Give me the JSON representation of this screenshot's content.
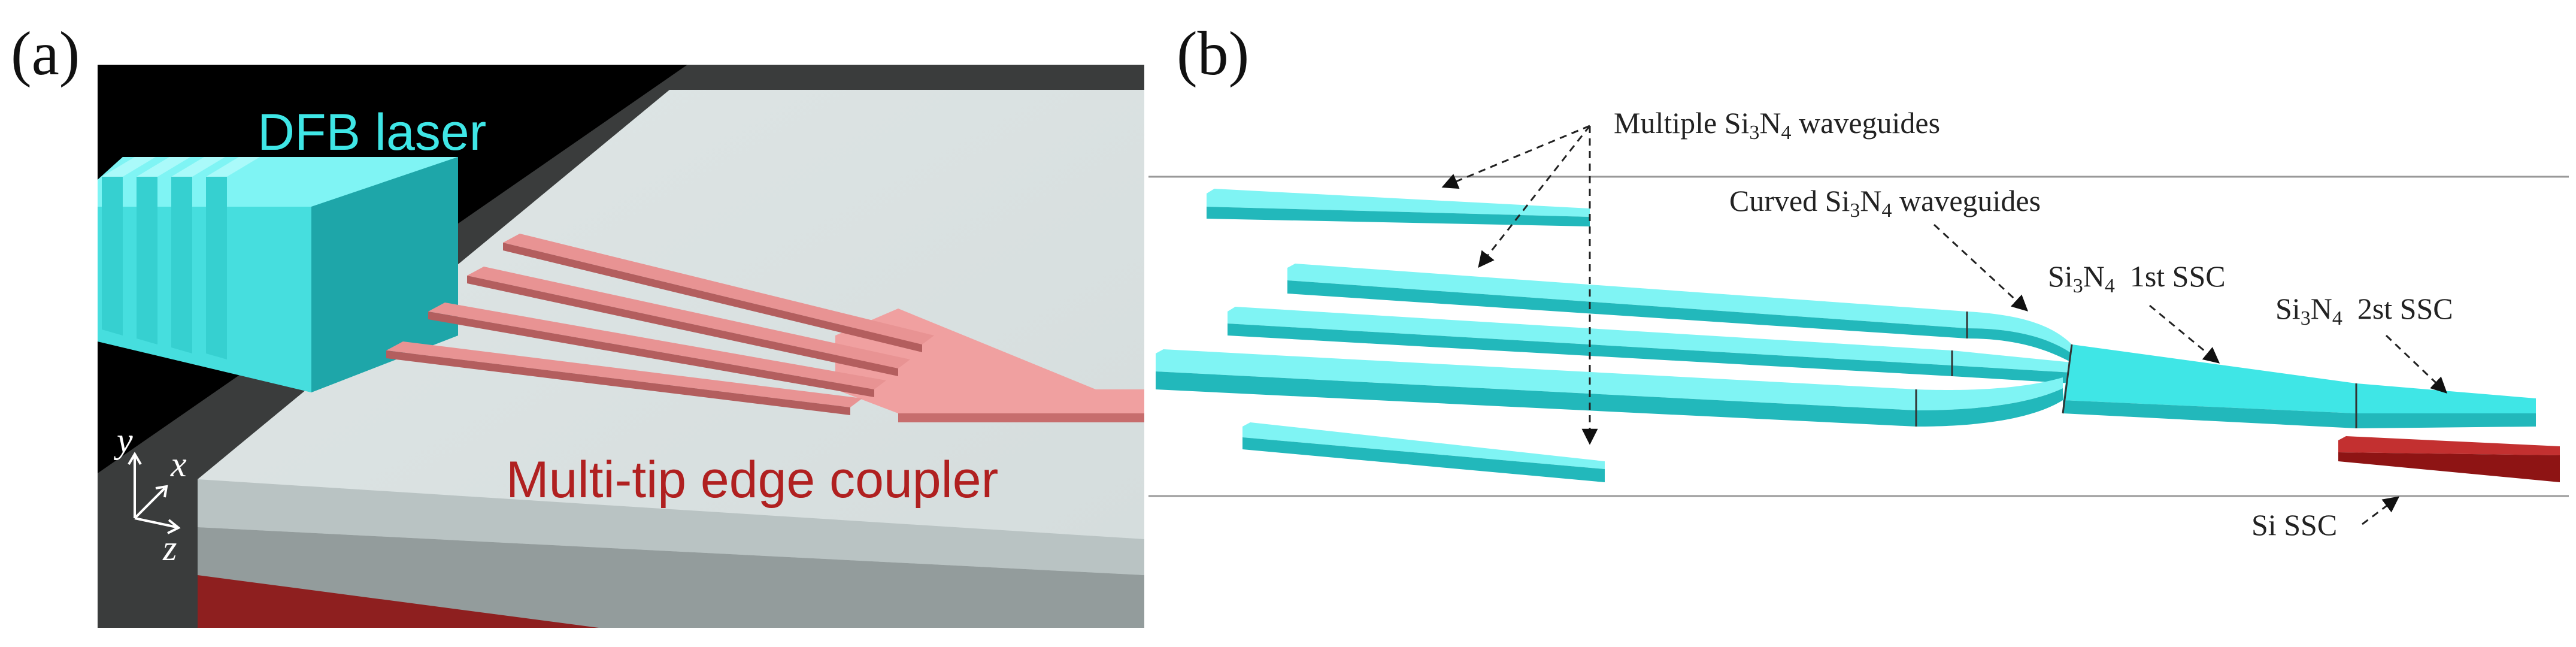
{
  "panel_a": {
    "label": "(a)",
    "dfb_label": "DFB laser",
    "coupler_label": "Multi-tip edge coupler",
    "axes": {
      "y": "y",
      "x": "x",
      "z": "z"
    }
  },
  "panel_b": {
    "label": "(b)",
    "multiple_waveguides": {
      "pre": "Multiple Si",
      "sub1": "3",
      "mid": "N",
      "sub2": "4",
      "post": " waveguides"
    },
    "curved_waveguides": {
      "pre": "Curved Si",
      "sub1": "3",
      "mid": "N",
      "sub2": "4",
      "post": " waveguides"
    },
    "ssc1": {
      "pre": "Si",
      "sub1": "3",
      "mid": "N",
      "sub2": "4",
      "post": "  1st SSC"
    },
    "ssc2": {
      "pre": "Si",
      "sub1": "3",
      "mid": "N",
      "sub2": "4",
      "post": "  2st SSC"
    },
    "si_ssc": "Si SSC"
  },
  "colors": {
    "cyan": "#3fe6e6",
    "cyan_dark": "#22b8bb",
    "pink": "#f0a0a0",
    "red_label": "#b02020",
    "dark_red": "#a01818"
  }
}
